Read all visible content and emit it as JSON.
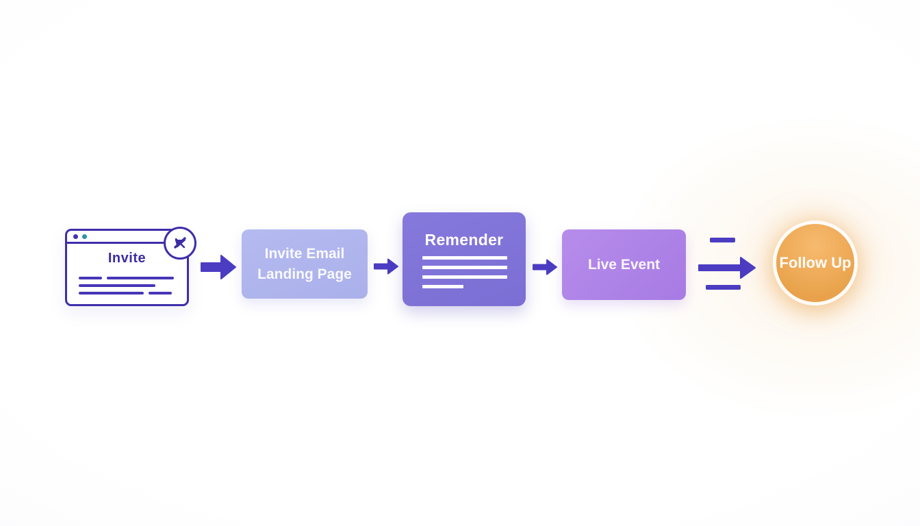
{
  "colors": {
    "arrow": "#4b3cc2",
    "outline": "#3d2eab",
    "landing_box": "#aab0ea",
    "reminder_box": "#8174d9",
    "live_event_box": "#ad82e8",
    "follow_up_circle": "#eda64f",
    "window_dot_1": "#4334b8",
    "window_dot_2": "#2d93a8"
  },
  "steps": [
    {
      "id": "invite",
      "type": "browser-window",
      "label": "Invite",
      "badge_icon": "paper-plane-icon",
      "text_line_rows": 3
    },
    {
      "id": "invite-email-landing-page",
      "type": "card",
      "label": "Invite Email Landing Page",
      "label_lines": [
        "Invite Email",
        "Landing Page"
      ]
    },
    {
      "id": "reminder",
      "type": "document-card",
      "label": "Remender",
      "text_line_count": 4
    },
    {
      "id": "live-event",
      "type": "card",
      "label": "Live Event"
    },
    {
      "id": "follow-up",
      "type": "circle",
      "label": "Follow Up"
    }
  ],
  "connectors": [
    {
      "from": "invite",
      "to": "invite-email-landing-page",
      "style": "block-arrow-large"
    },
    {
      "from": "invite-email-landing-page",
      "to": "reminder",
      "style": "block-arrow-small"
    },
    {
      "from": "reminder",
      "to": "live-event",
      "style": "block-arrow-small"
    },
    {
      "from": "live-event",
      "to": "follow-up",
      "style": "speed-arrow-with-bars"
    }
  ]
}
